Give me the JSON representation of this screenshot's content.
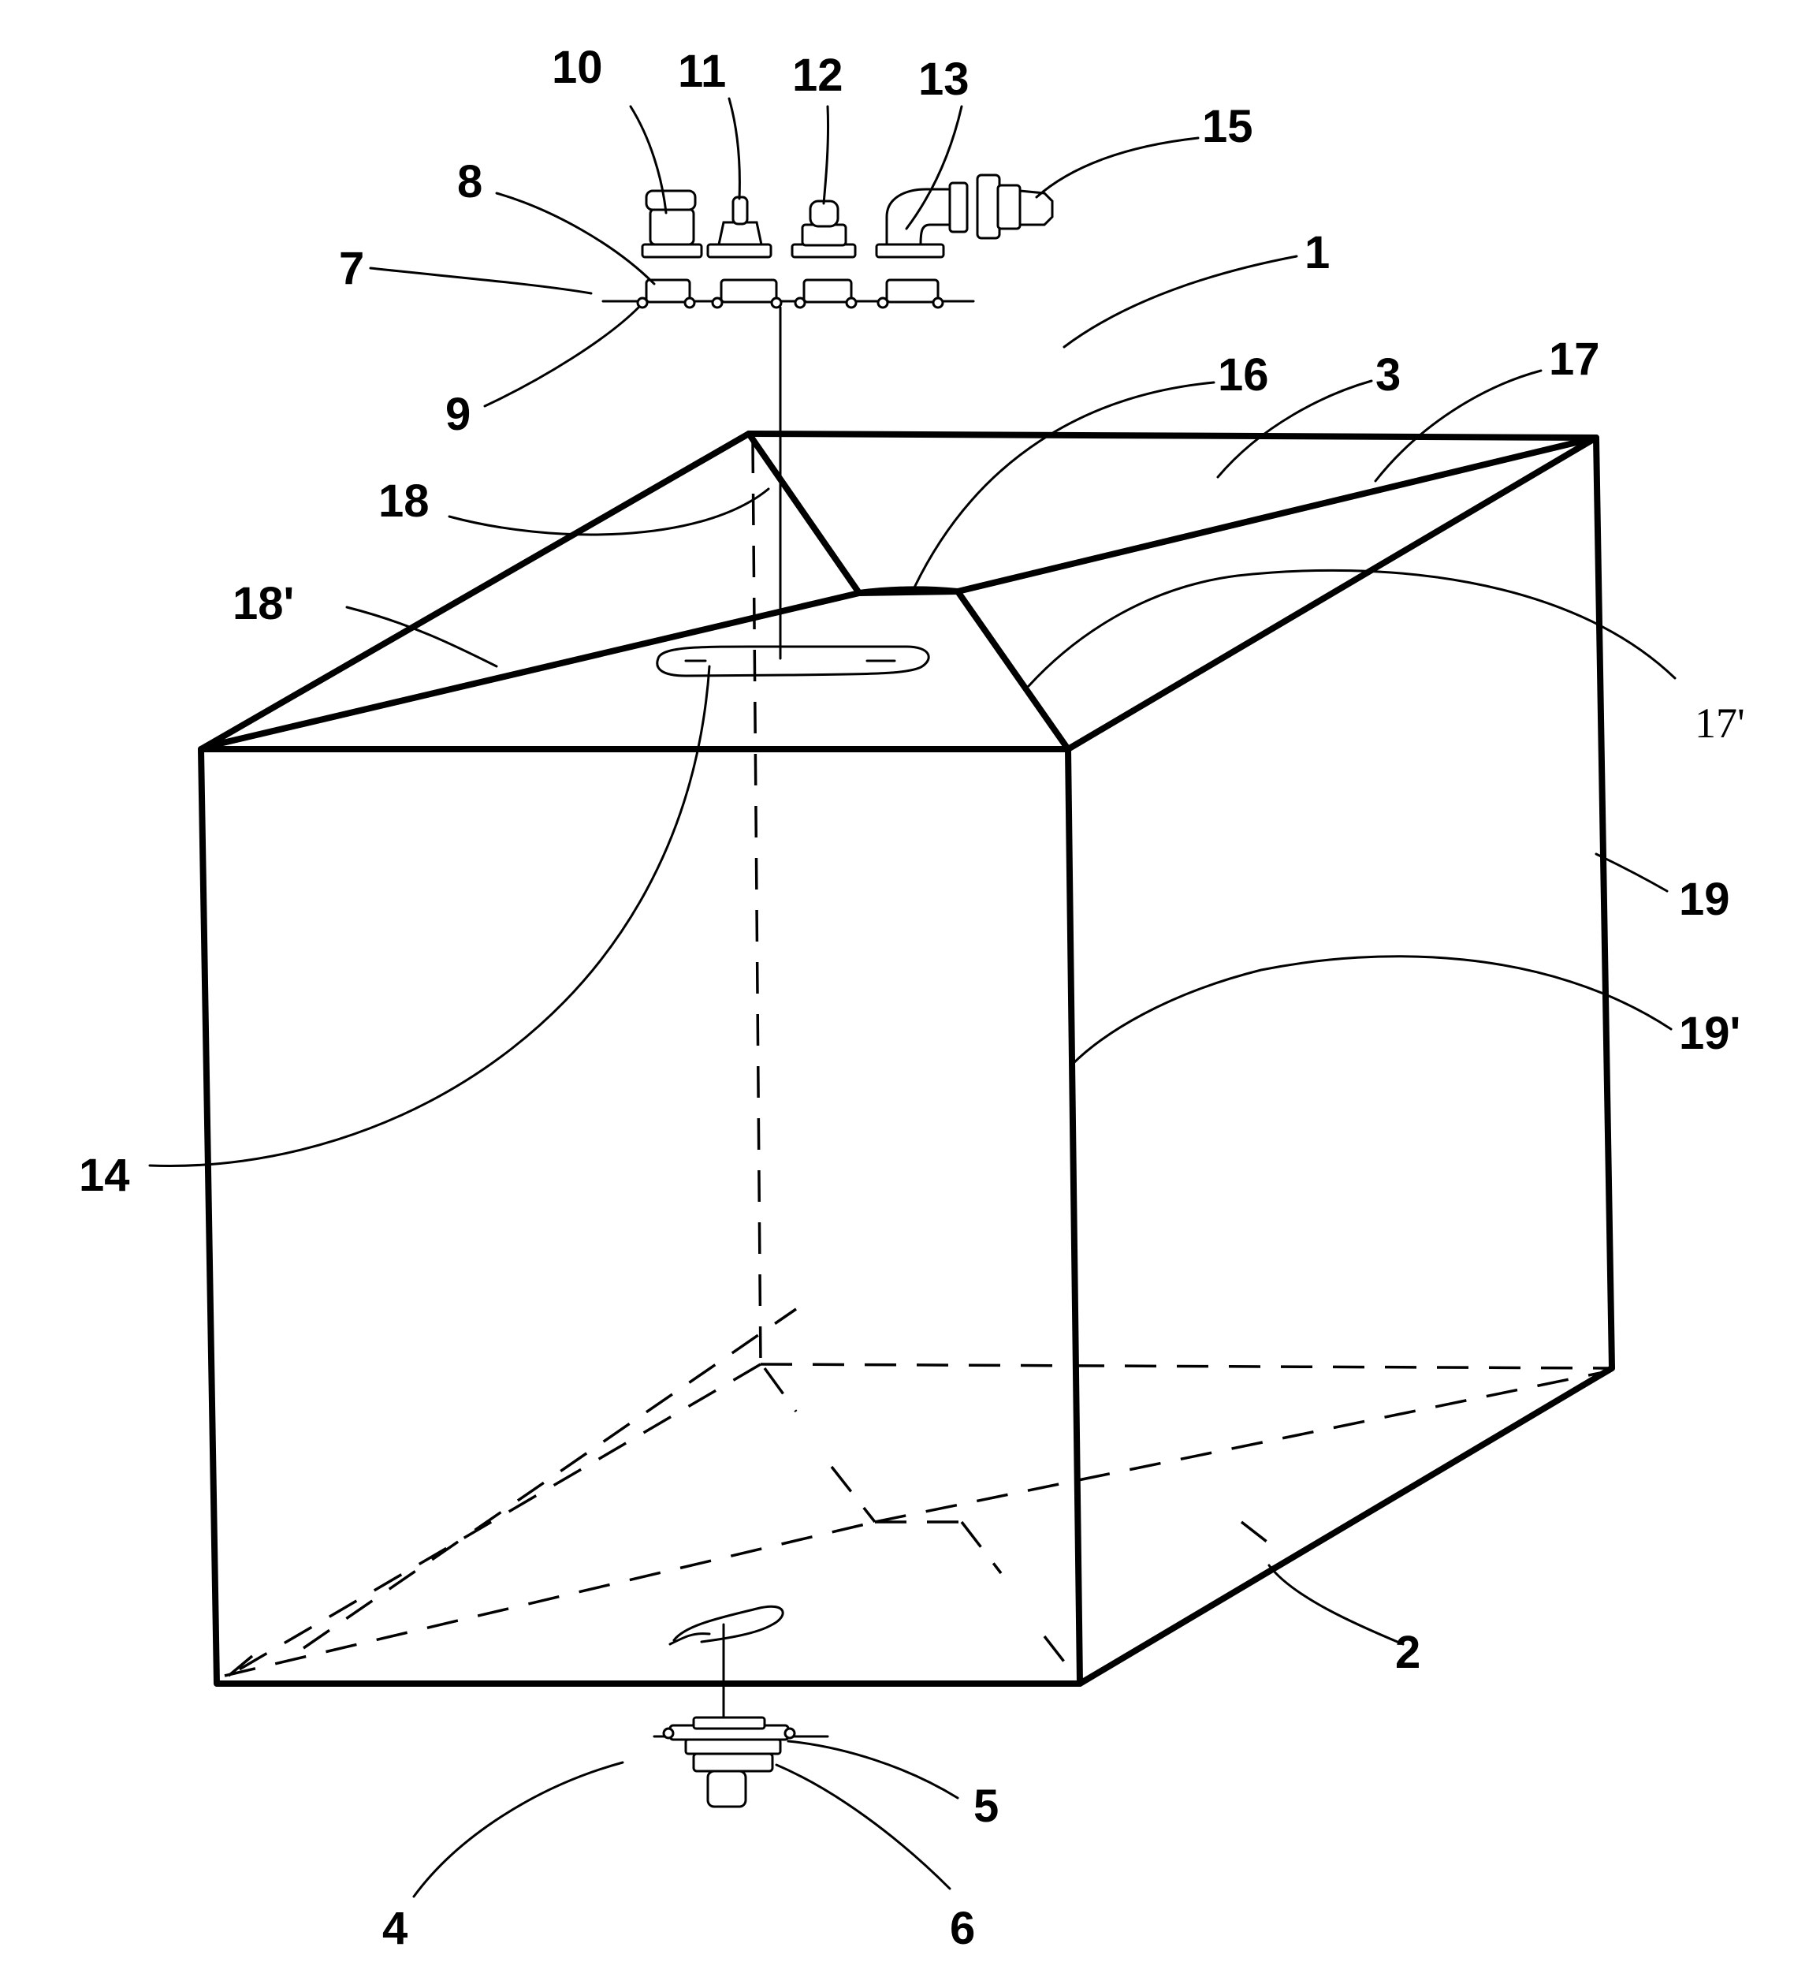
{
  "labels": {
    "l1": "1",
    "l2": "2",
    "l3": "3",
    "l4": "4",
    "l5": "5",
    "l6": "6",
    "l7": "7",
    "l8": "8",
    "l9": "9",
    "l10": "10",
    "l11": "11",
    "l12": "12",
    "l13": "13",
    "l14": "14",
    "l15": "15",
    "l16": "16",
    "l17": "17",
    "l17p": "17'",
    "l18": "18",
    "l18p": "18'",
    "l19": "19",
    "l19p": "19'"
  }
}
